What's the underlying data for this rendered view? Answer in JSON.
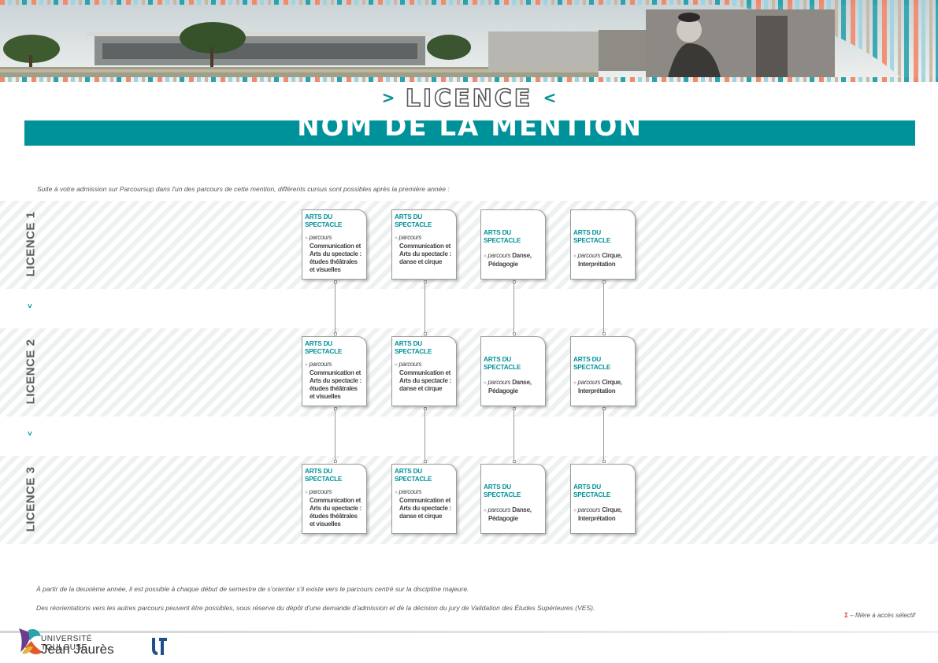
{
  "header": {
    "chevron_left": ">",
    "chevron_right": "<",
    "licence": "LICENCE",
    "mention": "NOM DE LA MENTION"
  },
  "intro": "Suite à votre admission sur Parcoursup dans l'un des parcours de cette mention, différents cursus sont possibles après la première année :",
  "bands": [
    {
      "label": "LICENCE 1"
    },
    {
      "label": "LICENCE 2"
    },
    {
      "label": "LICENCE 3"
    }
  ],
  "arrow_glyph": "˅",
  "cards": [
    {
      "title": "ARTS DU SPECTACLE",
      "bullet": "»",
      "parcours_word": "parcours",
      "desc": "Communication et Arts du spectacle : études théâtrales et visuelles"
    },
    {
      "title": "ARTS DU SPECTACLE",
      "bullet": "»",
      "parcours_word": "parcours",
      "desc": "Communication et Arts du spectacle : danse et cirque"
    },
    {
      "title": "ARTS DU SPECTACLE",
      "bullet": "»",
      "parcours_word": "parcours",
      "desc": "Danse,",
      "desc_cont": "Pédagogie"
    },
    {
      "title": "ARTS DU SPECTACLE",
      "bullet": "»",
      "parcours_word": "parcours",
      "desc": "Cirque,",
      "desc_cont": "Interprétation"
    }
  ],
  "notes": {
    "line1": "À partir de la deuxième année, il est possible à chaque début de semestre de s'orienter s'il existe vers le parcours centré sur la discipline majeure.",
    "line2": "Des réorientations vers les autres parcours peuvent être possibles, sous réserve du dépôt d'une demande d'admission et de la décision du jury de  Validation des Études Supérieures (VES).",
    "legend_symbol": "Σ",
    "legend_text": " – filière à accès sélectif"
  },
  "footer": {
    "logo_line1": "UNIVERSITÉ TOULOUSE",
    "logo_line2": "Jean Jaurès"
  },
  "colors": {
    "accent": "#00929a",
    "stripe_orange": "#f08a6c",
    "stripe_blue": "#9fd3df",
    "selective": "#d93a3a"
  }
}
